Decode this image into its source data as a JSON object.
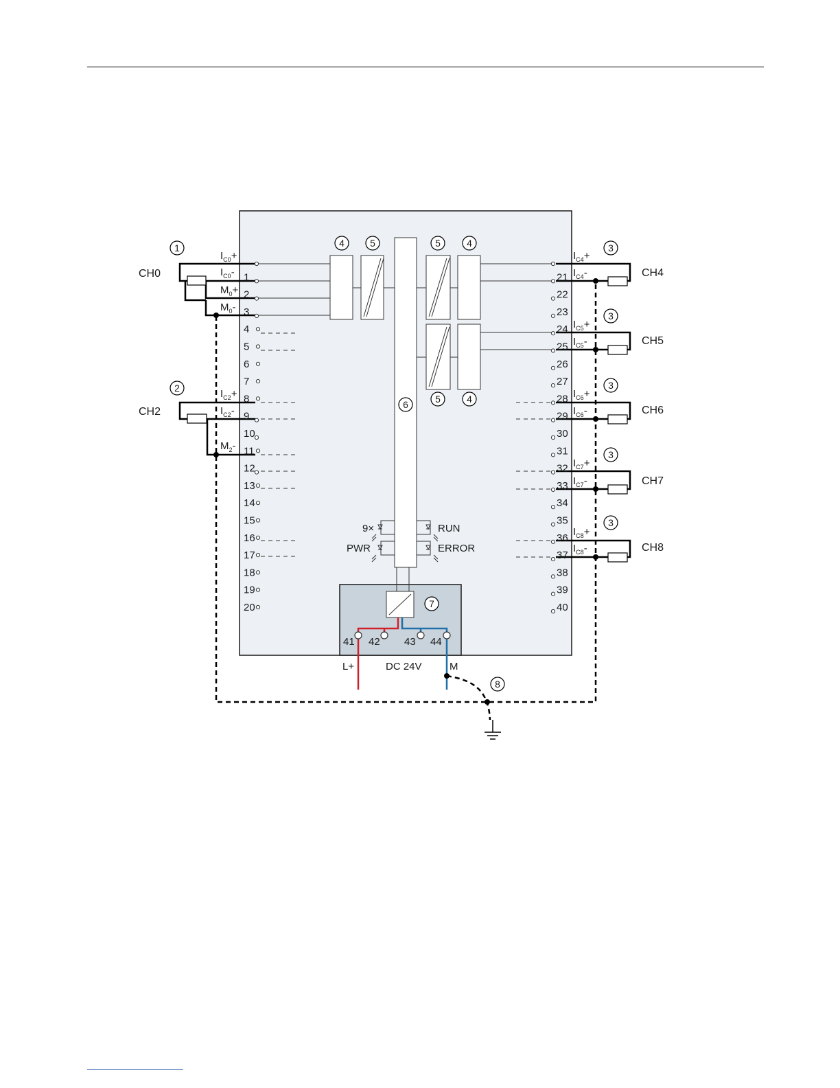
{
  "module": {
    "supply_label": "DC 24V",
    "lplus_label": "L+",
    "m_label": "M"
  },
  "colors": {
    "module_fill": "#edf1f5",
    "power_box_fill": "#c9d3dc",
    "wire_black": "#000000",
    "wire_red": "#d0202a",
    "wire_blue": "#1f6fa8",
    "dashed": "#000000"
  },
  "callouts": {
    "c1": "1",
    "c2": "2",
    "c3": "3",
    "c4": "4",
    "c5": "5",
    "c6": "6",
    "c7": "7",
    "c8": "8"
  },
  "channels": {
    "ch0": "CH0",
    "ch2": "CH2",
    "ch4": "CH4",
    "ch5": "CH5",
    "ch6": "CH6",
    "ch7": "CH7",
    "ch8": "CH8"
  },
  "left_terminals": [
    "1",
    "2",
    "3",
    "4",
    "5",
    "6",
    "7",
    "8",
    "9",
    "10",
    "11",
    "12",
    "13",
    "14",
    "15",
    "16",
    "17",
    "18",
    "19",
    "20"
  ],
  "right_terminals": [
    "21",
    "22",
    "23",
    "24",
    "25",
    "26",
    "27",
    "28",
    "29",
    "30",
    "31",
    "32",
    "33",
    "34",
    "35",
    "36",
    "37",
    "38",
    "39",
    "40"
  ],
  "supply_terminals": [
    "41",
    "42",
    "43",
    "44"
  ],
  "signal_labels": {
    "ic0p_main": "I",
    "ic0p_sub": "C0",
    "ic0p_sign": "+",
    "ic0m_main": "I",
    "ic0m_sub": "C0",
    "ic0m_sign": "-",
    "m0p_main": "M",
    "m0p_sub": "0",
    "m0p_sign": "+",
    "m0m_main": "M",
    "m0m_sub": "0",
    "m0m_sign": "-",
    "ic2p_main": "I",
    "ic2p_sub": "C2",
    "ic2p_sign": "+",
    "ic2m_main": "I",
    "ic2m_sub": "C2",
    "ic2m_sign": "-",
    "m2m_main": "M",
    "m2m_sub": "2",
    "m2m_sign": "-",
    "ic4p_main": "I",
    "ic4p_sub": "C4",
    "ic4p_sign": "+",
    "ic4m_main": "I",
    "ic4m_sub": "C4",
    "ic4m_sign": "-",
    "ic5p_main": "I",
    "ic5p_sub": "C5",
    "ic5p_sign": "+",
    "ic5m_main": "I",
    "ic5m_sub": "C5",
    "ic5m_sign": "-",
    "ic6p_main": "I",
    "ic6p_sub": "C6",
    "ic6p_sign": "+",
    "ic6m_main": "I",
    "ic6m_sub": "C6",
    "ic6m_sign": "-",
    "ic7p_main": "I",
    "ic7p_sub": "C7",
    "ic7p_sign": "+",
    "ic7m_main": "I",
    "ic7m_sub": "C7",
    "ic7m_sign": "-",
    "ic8p_main": "I",
    "ic8p_sub": "C8",
    "ic8p_sign": "+",
    "ic8m_main": "I",
    "ic8m_sub": "C8",
    "ic8m_sign": "-"
  },
  "leds": {
    "led_9x": "9×",
    "run": "RUN",
    "pwr": "PWR",
    "error": "ERROR"
  }
}
